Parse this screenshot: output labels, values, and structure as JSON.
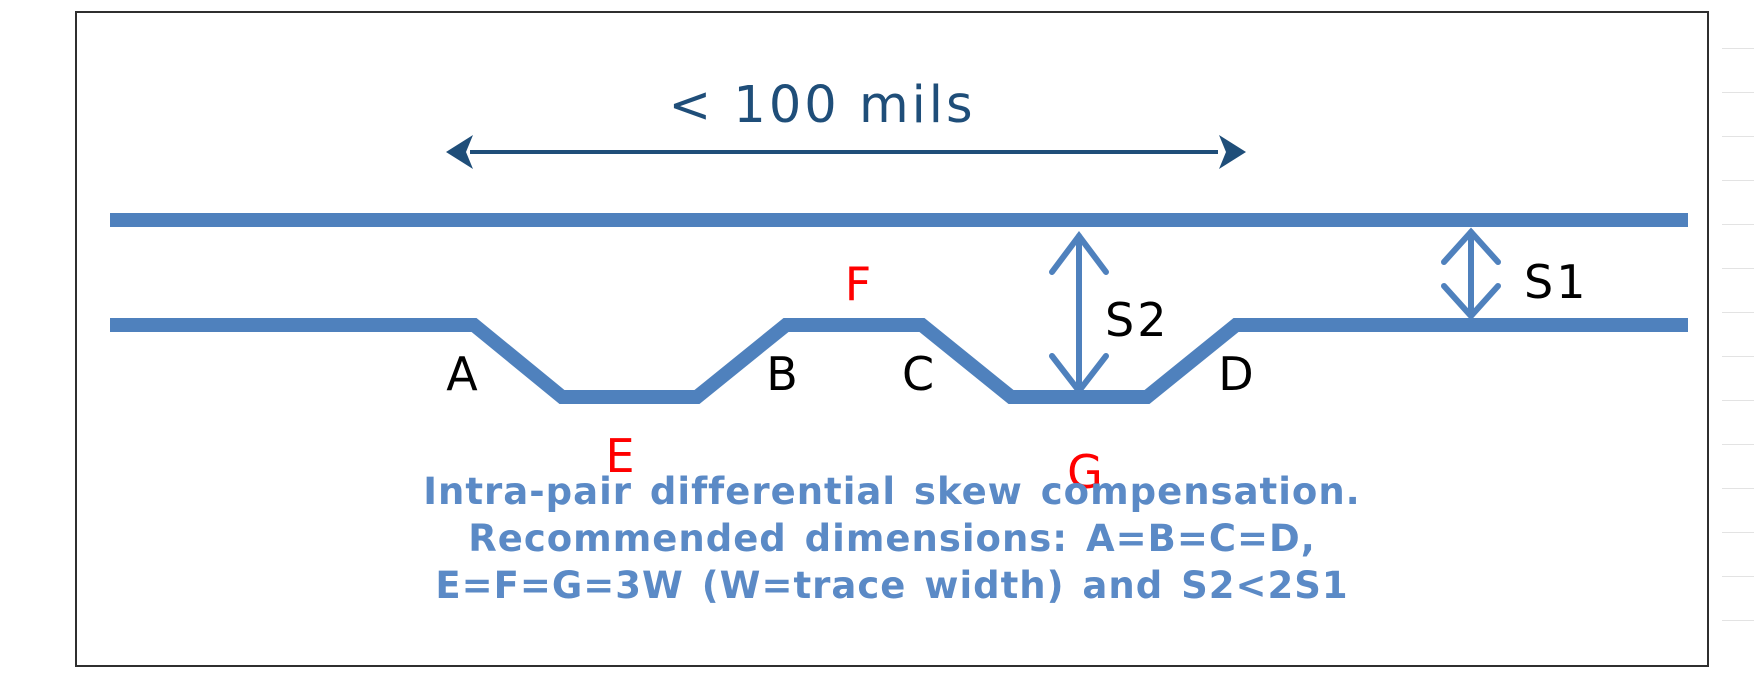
{
  "dimension": {
    "label": "< 100 mils"
  },
  "labels": {
    "a": "A",
    "b": "B",
    "c": "C",
    "d": "D",
    "e": "E",
    "f": "F",
    "g": "G",
    "s1": "S1",
    "s2": "S2"
  },
  "caption": {
    "line1": "Intra-pair differential skew compensation.",
    "line2": "Recommended dimensions:  A=B=C=D,",
    "line3": "E=F=G=3W  (W=trace width) and S2<2S1"
  },
  "colors": {
    "trace": "#4f81bd",
    "dimension_arrow": "#1f4e79",
    "red_labels": "#ff0000",
    "black_labels": "#000000",
    "caption": "#5b8ac6",
    "frame": "#2f2f2f"
  }
}
